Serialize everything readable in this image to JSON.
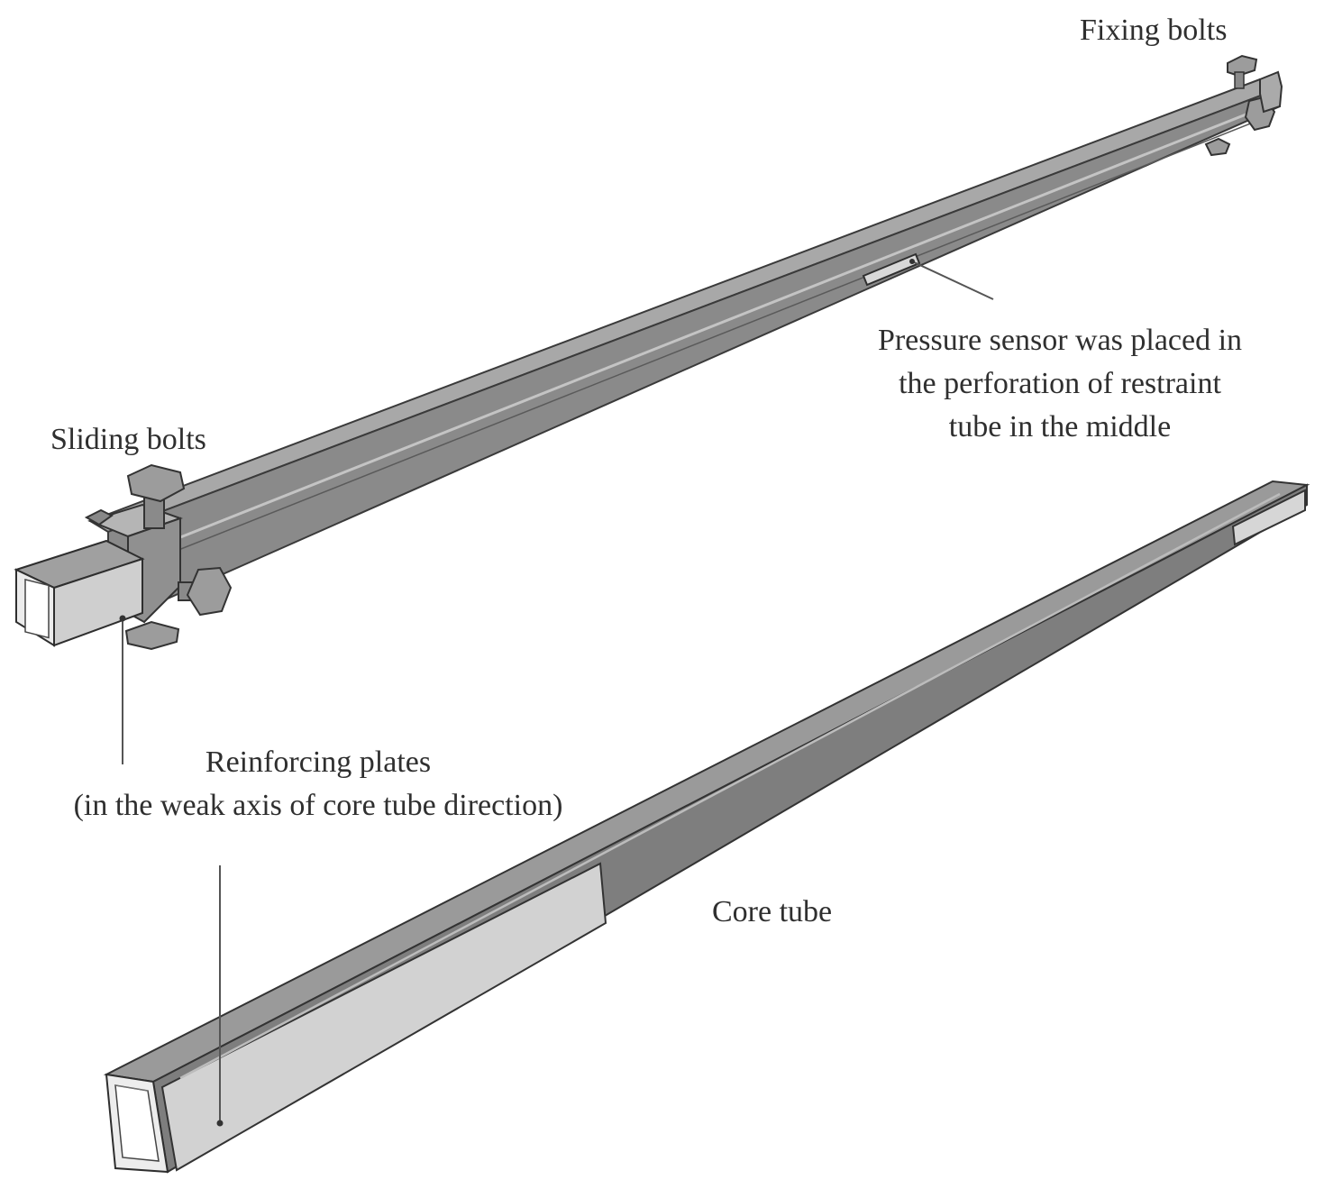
{
  "labels": {
    "fixing_bolts": "Fixing bolts",
    "sliding_bolts": "Sliding bolts",
    "pressure_sensor": [
      "Pressure sensor was placed in",
      "the perforation of restraint",
      "tube in the middle"
    ],
    "reinforcing_plates": [
      "Reinforcing plates",
      "(in the weak axis of core tube direction)"
    ],
    "core_tube": "Core tube"
  },
  "colors": {
    "tube_top": "#9a9a9a",
    "tube_side": "#7d7d7d",
    "tube_edge": "#3a3a3a",
    "plate": "#d3d3d3",
    "leader": "#555555"
  }
}
